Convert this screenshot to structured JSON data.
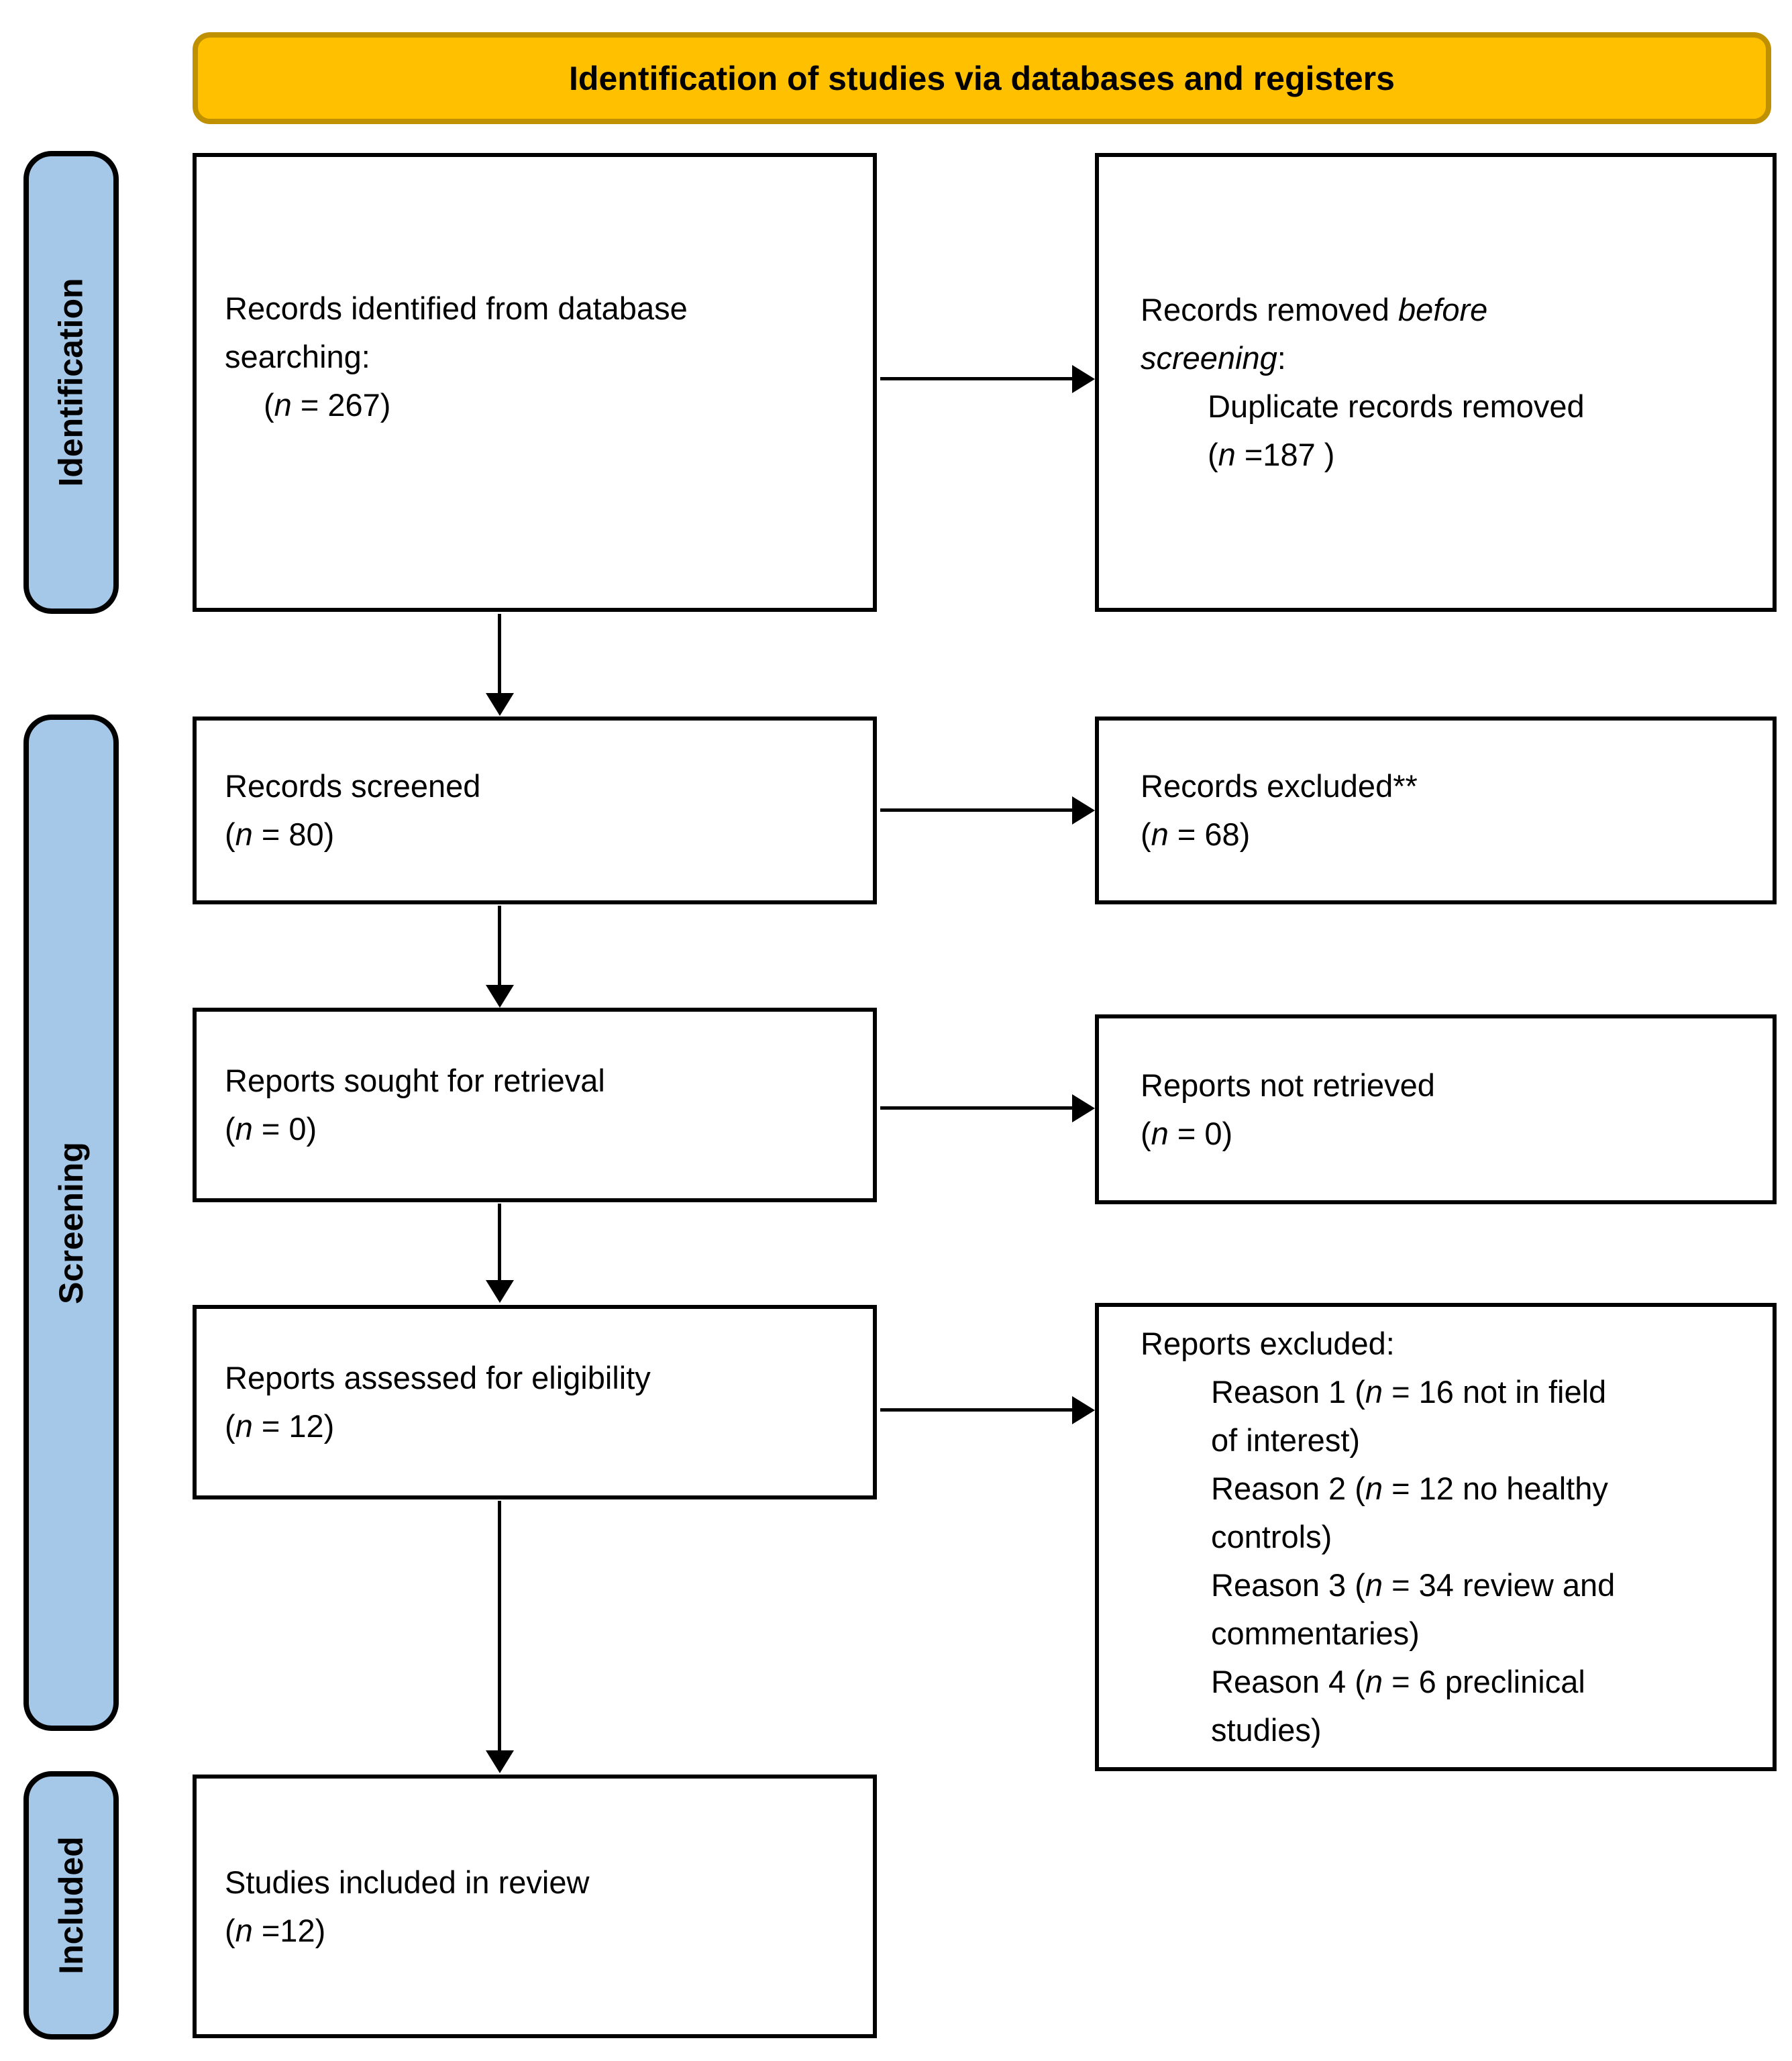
{
  "banner": {
    "label": "Identification of studies via databases and registers"
  },
  "colors": {
    "banner_fill": "#FFC000",
    "banner_border": "#BF9000",
    "stage_fill": "#A6C8E8",
    "ink": "#000000"
  },
  "stages": {
    "identification": "Identification",
    "screening": "Screening",
    "included": "Included"
  },
  "boxes": {
    "identified": {
      "line1": "Records identified from database",
      "line2": "searching:",
      "count_pre": "(",
      "count_var": "n",
      "count_post": " = 267)"
    },
    "removed": {
      "l1_pre": "Records removed ",
      "l1_it": "before",
      "l2_it": "screening",
      "l2_post": ":",
      "sub": "Duplicate records removed",
      "count_pre": "(",
      "count_var": "n",
      "count_post": " =187 )"
    },
    "screened": {
      "title": "Records screened",
      "count_pre": "(",
      "count_var": "n",
      "count_post": " = 80)"
    },
    "excluded": {
      "title": "Records excluded**",
      "count_pre": "(",
      "count_var": "n",
      "count_post": " = 68)"
    },
    "sought": {
      "title": "Reports sought for retrieval",
      "count_pre": "(",
      "count_var": "n",
      "count_post": " = 0)"
    },
    "not_retrieved": {
      "title": "Reports not retrieved",
      "count_pre": "(",
      "count_var": "n",
      "count_post": " = 0)"
    },
    "assessed": {
      "title": "Reports assessed for eligibility",
      "count_pre": "(",
      "count_var": "n",
      "count_post": " = 12)"
    },
    "reports_excluded": {
      "title": "Reports excluded:",
      "reasons": [
        {
          "pre": "Reason 1 (",
          "var": "n",
          "post": " = 16 not in field\nof interest)"
        },
        {
          "pre": "Reason 2 (",
          "var": "n",
          "post": " = 12 no healthy\ncontrols)"
        },
        {
          "pre": "Reason 3 (",
          "var": "n",
          "post": " = 34 review and\ncommentaries)"
        },
        {
          "pre": "Reason 4 (",
          "var": "n",
          "post": " = 6 preclinical\nstudies)"
        }
      ]
    },
    "included_studies": {
      "title": "Studies included in review",
      "count_pre": "(",
      "count_var": "n",
      "count_post": " =12)"
    }
  }
}
